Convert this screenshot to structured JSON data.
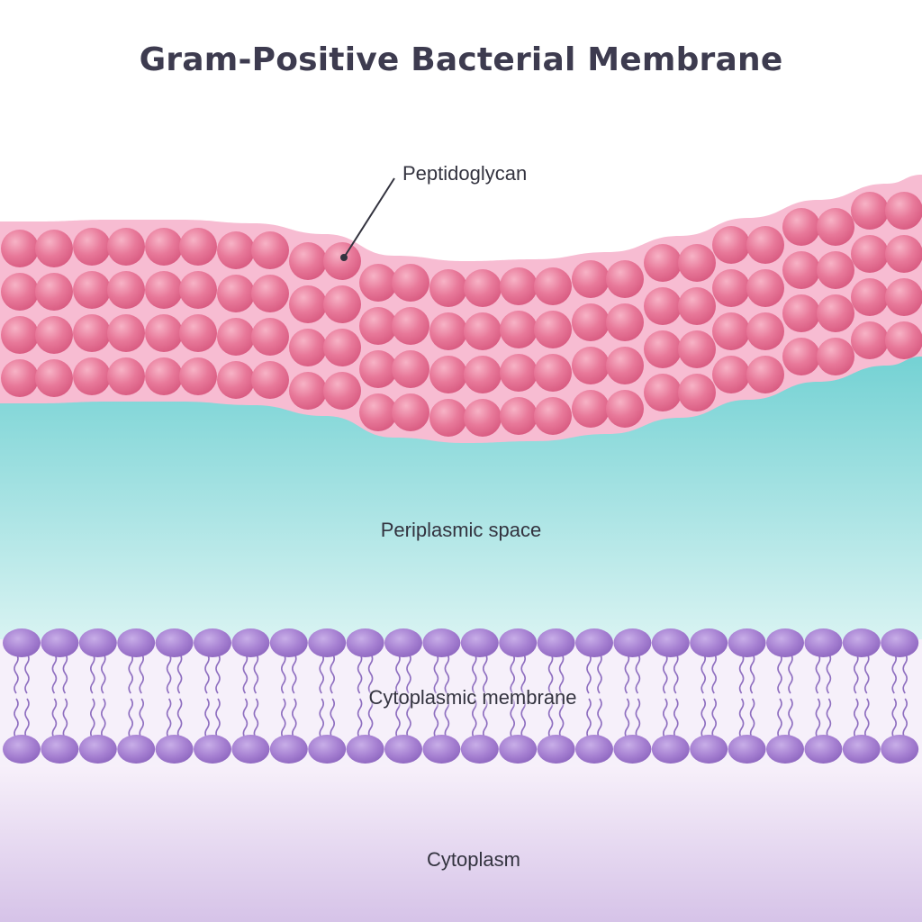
{
  "title": "Gram-Positive Bacterial Membrane",
  "labels": {
    "peptidoglycan": "Peptidoglycan",
    "periplasmic_space": "Periplasmic space",
    "cytoplasmic_membrane": "Cytoplasmic membrane",
    "cytoplasm": "Cytoplasm"
  },
  "colors": {
    "peptidoglycan_bead": "#e8799a",
    "peptidoglycan_band": "#f7bcd2",
    "periplasm_top": "#6fd0d2",
    "periplasm_bottom": "#d8f3f2",
    "phospholipid_head": "#a57fd1",
    "phospholipid_tail": "#8f6fc0",
    "cytoplasm_top": "#f7f0fa",
    "cytoplasm_bottom": "#d6c3e8"
  }
}
